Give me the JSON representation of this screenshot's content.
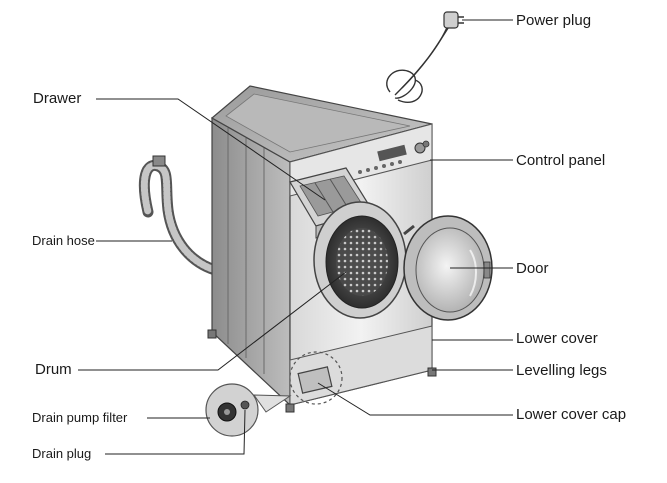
{
  "diagram": {
    "labels": {
      "power_plug": "Power plug",
      "drawer": "Drawer",
      "control_panel": "Control panel",
      "drain_hose": "Drain hose",
      "door": "Door",
      "lower_cover": "Lower cover",
      "drum": "Drum",
      "levelling_legs": "Levelling legs",
      "drain_pump_filter": "Drain pump filter",
      "lower_cover_cap": "Lower cover cap",
      "drain_plug": "Drain plug"
    }
  }
}
